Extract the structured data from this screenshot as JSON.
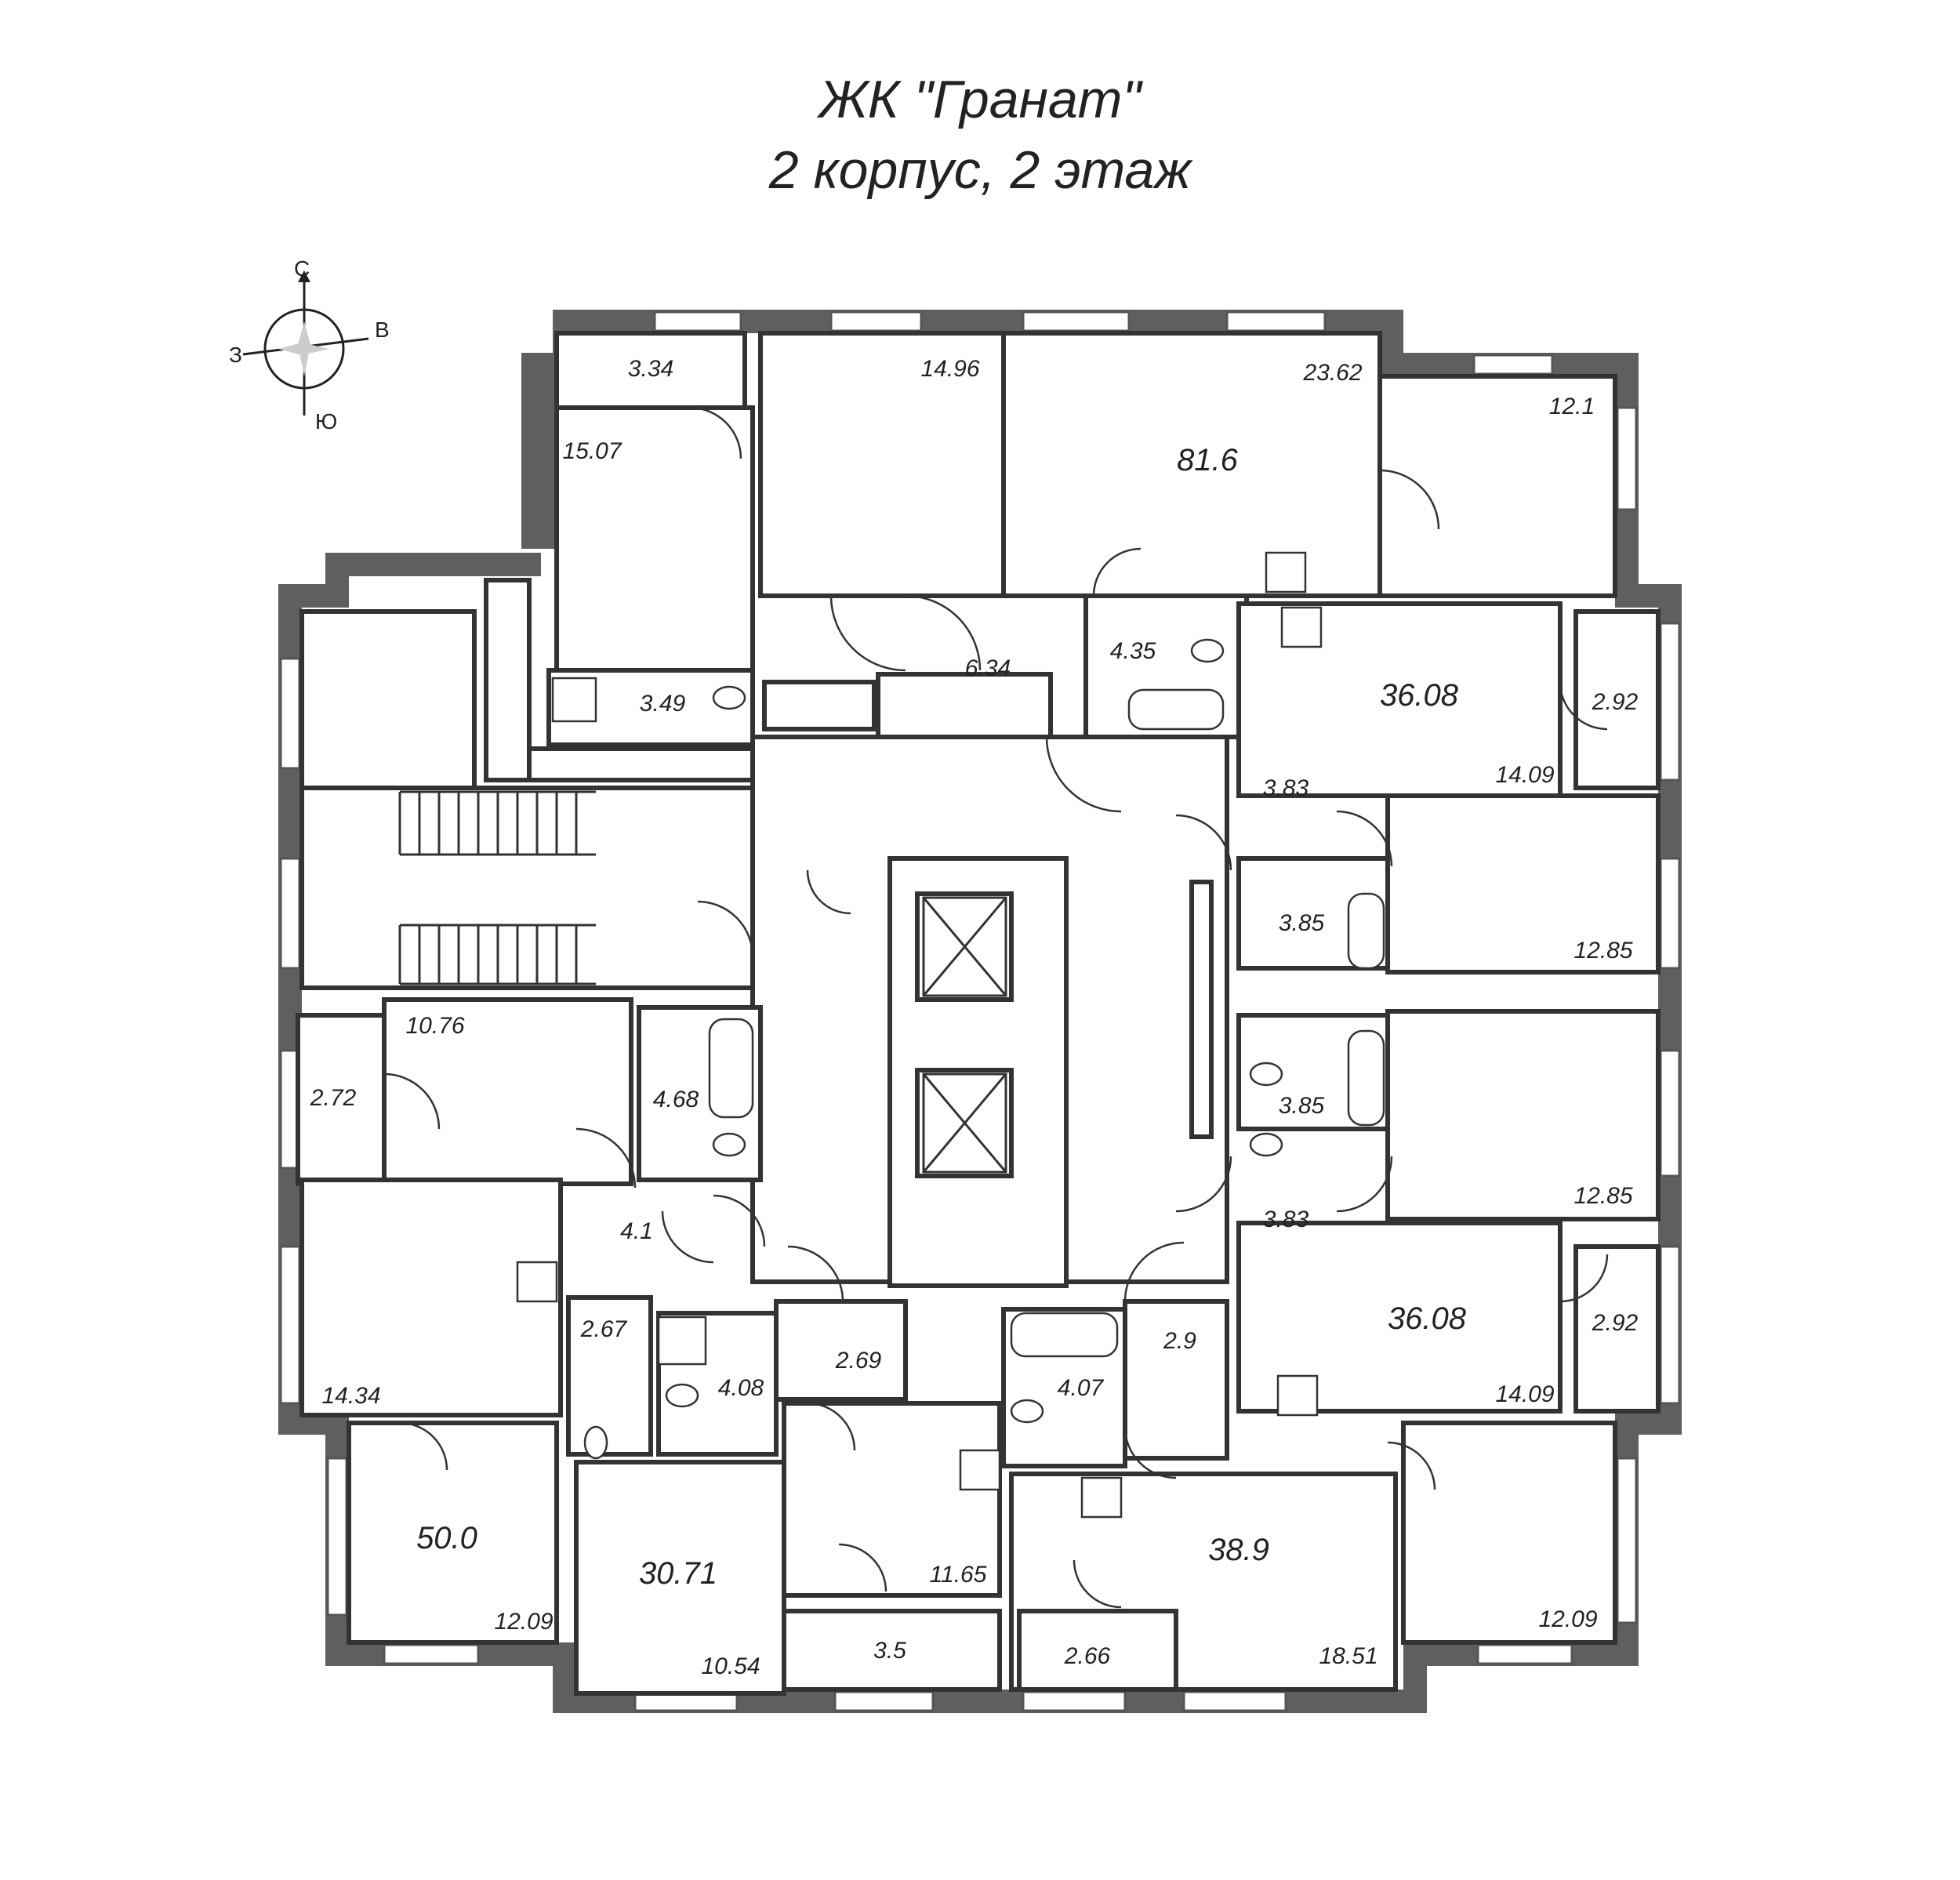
{
  "title": {
    "line1": "ЖК \"Гранат\"",
    "line2": "2 корпус, 2 этаж"
  },
  "compass": {
    "north": "С",
    "east": "В",
    "south": "Ю",
    "west": "З"
  },
  "apartments": {
    "apt_81_6": {
      "total": "81.6",
      "rooms": [
        "3.34",
        "15.07",
        "14.96",
        "23.62",
        "12.1",
        "6.34",
        "3.49",
        "4.35"
      ]
    },
    "apt_36_08_top": {
      "total": "36.08",
      "rooms": [
        "14.09",
        "2.92",
        "3.83",
        "3.85",
        "12.85"
      ]
    },
    "apt_36_08_bottom": {
      "total": "36.08",
      "rooms": [
        "14.09",
        "2.92",
        "3.83",
        "3.85",
        "12.85"
      ]
    },
    "apt_50_0": {
      "total": "50.0",
      "rooms": [
        "10.76",
        "2.72",
        "4.68",
        "4.1",
        "14.34",
        "2.67",
        "12.09"
      ]
    },
    "apt_30_71": {
      "total": "30.71",
      "rooms": [
        "4.08",
        "2.69",
        "11.65",
        "3.5",
        "10.54"
      ]
    },
    "apt_38_9": {
      "total": "38.9",
      "rooms": [
        "4.07",
        "2.9",
        "2.66",
        "18.51",
        "12.09"
      ]
    }
  }
}
